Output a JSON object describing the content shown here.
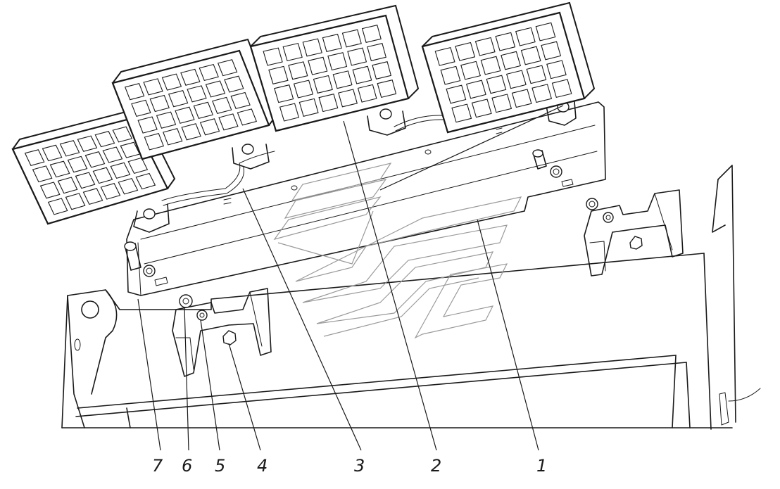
{
  "figure": {
    "background": "#ffffff",
    "line_color": "#1a1a1a",
    "watermark_color": "#9a9a9a"
  },
  "callouts": [
    {
      "id": "c7",
      "label": "7"
    },
    {
      "id": "c6",
      "label": "6"
    },
    {
      "id": "c5",
      "label": "5"
    },
    {
      "id": "c4",
      "label": "4"
    },
    {
      "id": "c3",
      "label": "3"
    },
    {
      "id": "c2",
      "label": "2"
    },
    {
      "id": "c1",
      "label": "1"
    }
  ]
}
